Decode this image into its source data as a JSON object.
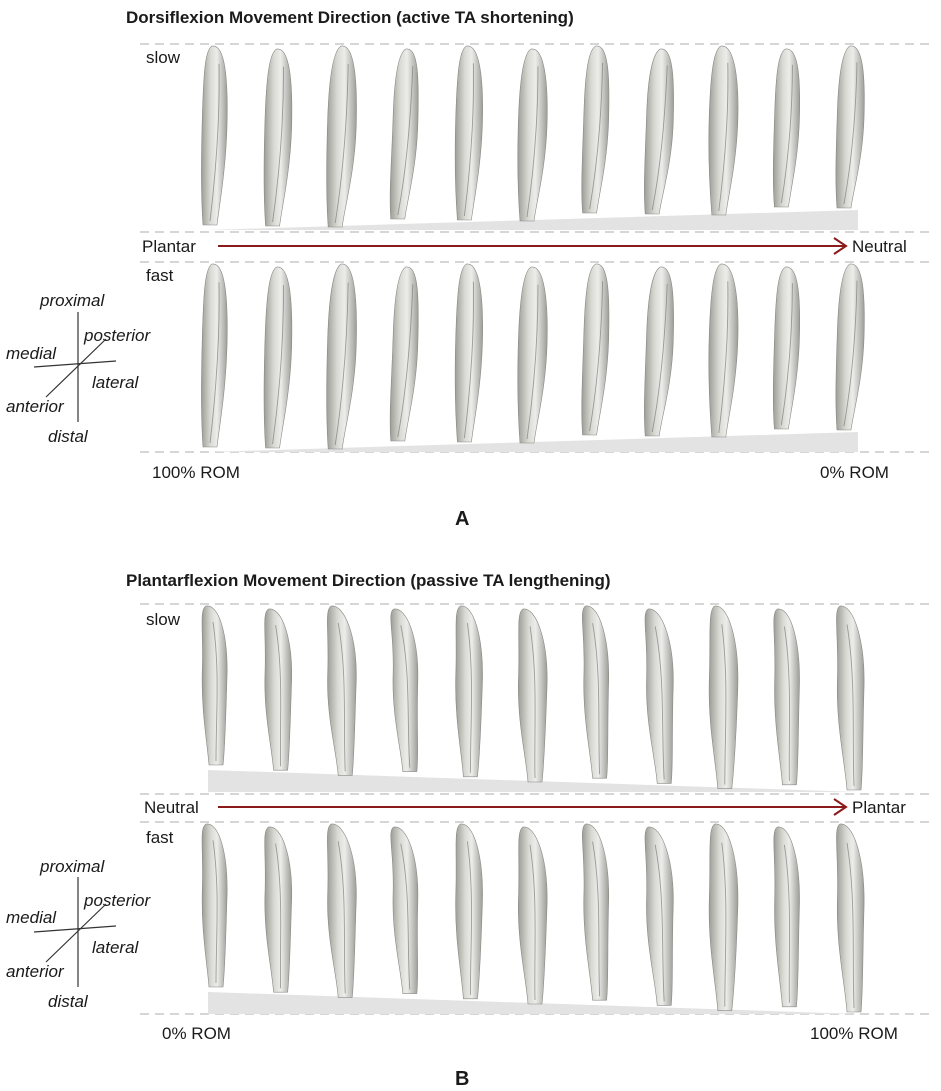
{
  "panels": [
    {
      "letter": "A",
      "title": "Dorsiflexion Movement Direction (active TA shortening)",
      "row_top_label": "slow",
      "row_bottom_label": "fast",
      "arrow_start_label": "Plantar",
      "arrow_end_label": "Neutral",
      "rom_left_label": "100% ROM",
      "rom_right_label": "0% ROM",
      "muscles_per_row": 11
    },
    {
      "letter": "B",
      "title": "Plantarflexion Movement Direction (passive TA lengthening)",
      "row_top_label": "slow",
      "row_bottom_label": "fast",
      "arrow_start_label": "Neutral",
      "arrow_end_label": "Plantar",
      "rom_left_label": "0% ROM",
      "rom_right_label": "100% ROM",
      "muscles_per_row": 11
    }
  ],
  "orientation": {
    "proximal": "proximal",
    "distal": "distal",
    "medial": "medial",
    "lateral": "lateral",
    "anterior": "anterior",
    "posterior": "posterior"
  },
  "colors": {
    "arrow": "#8b1a1a",
    "muscle_fill": "#d9d9d4",
    "muscle_shade": "#9d9d98",
    "wedge": "#e3e3e3",
    "dashed_line": "#bdbdbd"
  }
}
